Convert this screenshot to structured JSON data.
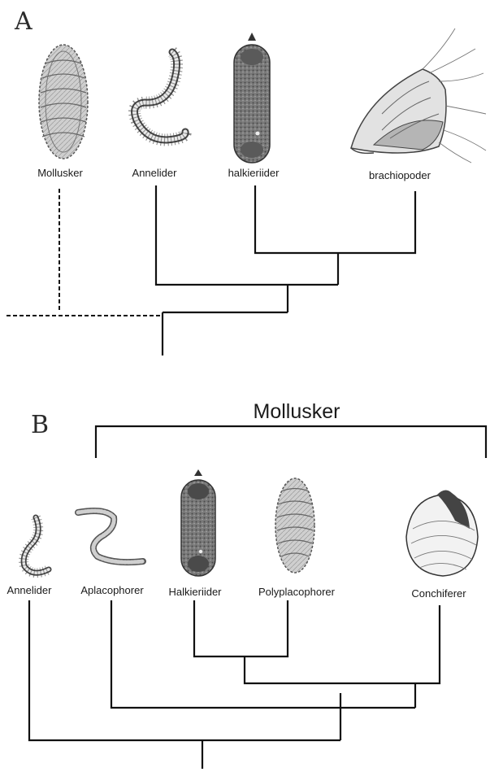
{
  "panel_a": {
    "letter": "A",
    "taxa": [
      "Mollusker",
      "Annelider",
      "halkieriider",
      "brachiopoder"
    ]
  },
  "panel_b": {
    "letter": "B",
    "group_label": "Mollusker",
    "taxa": [
      "Annelider",
      "Aplacophorer",
      "Halkieriider",
      "Polyplacophorer",
      "Conchiferer"
    ]
  },
  "icons": [
    "chiton-icon",
    "annelid-worm-icon",
    "halkieriid-icon",
    "brachiopod-icon",
    "aplacophoran-icon",
    "conch-shell-icon"
  ]
}
